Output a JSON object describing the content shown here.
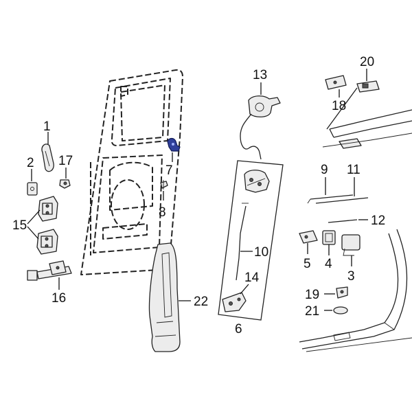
{
  "diagram": {
    "callouts": {
      "c1": "1",
      "c2": "2",
      "c3": "3",
      "c4": "4",
      "c5": "5",
      "c6": "6",
      "c7": "7",
      "c8": "8",
      "c9": "9",
      "c10": "10",
      "c11": "11",
      "c12": "12",
      "c13": "13",
      "c14": "14",
      "c15": "15",
      "c16": "16",
      "c17": "17",
      "c18": "18",
      "c19": "19",
      "c20": "20",
      "c21": "21",
      "c22": "22"
    },
    "highlight_color": "#2f3f9a",
    "highlighted_part": "7"
  }
}
